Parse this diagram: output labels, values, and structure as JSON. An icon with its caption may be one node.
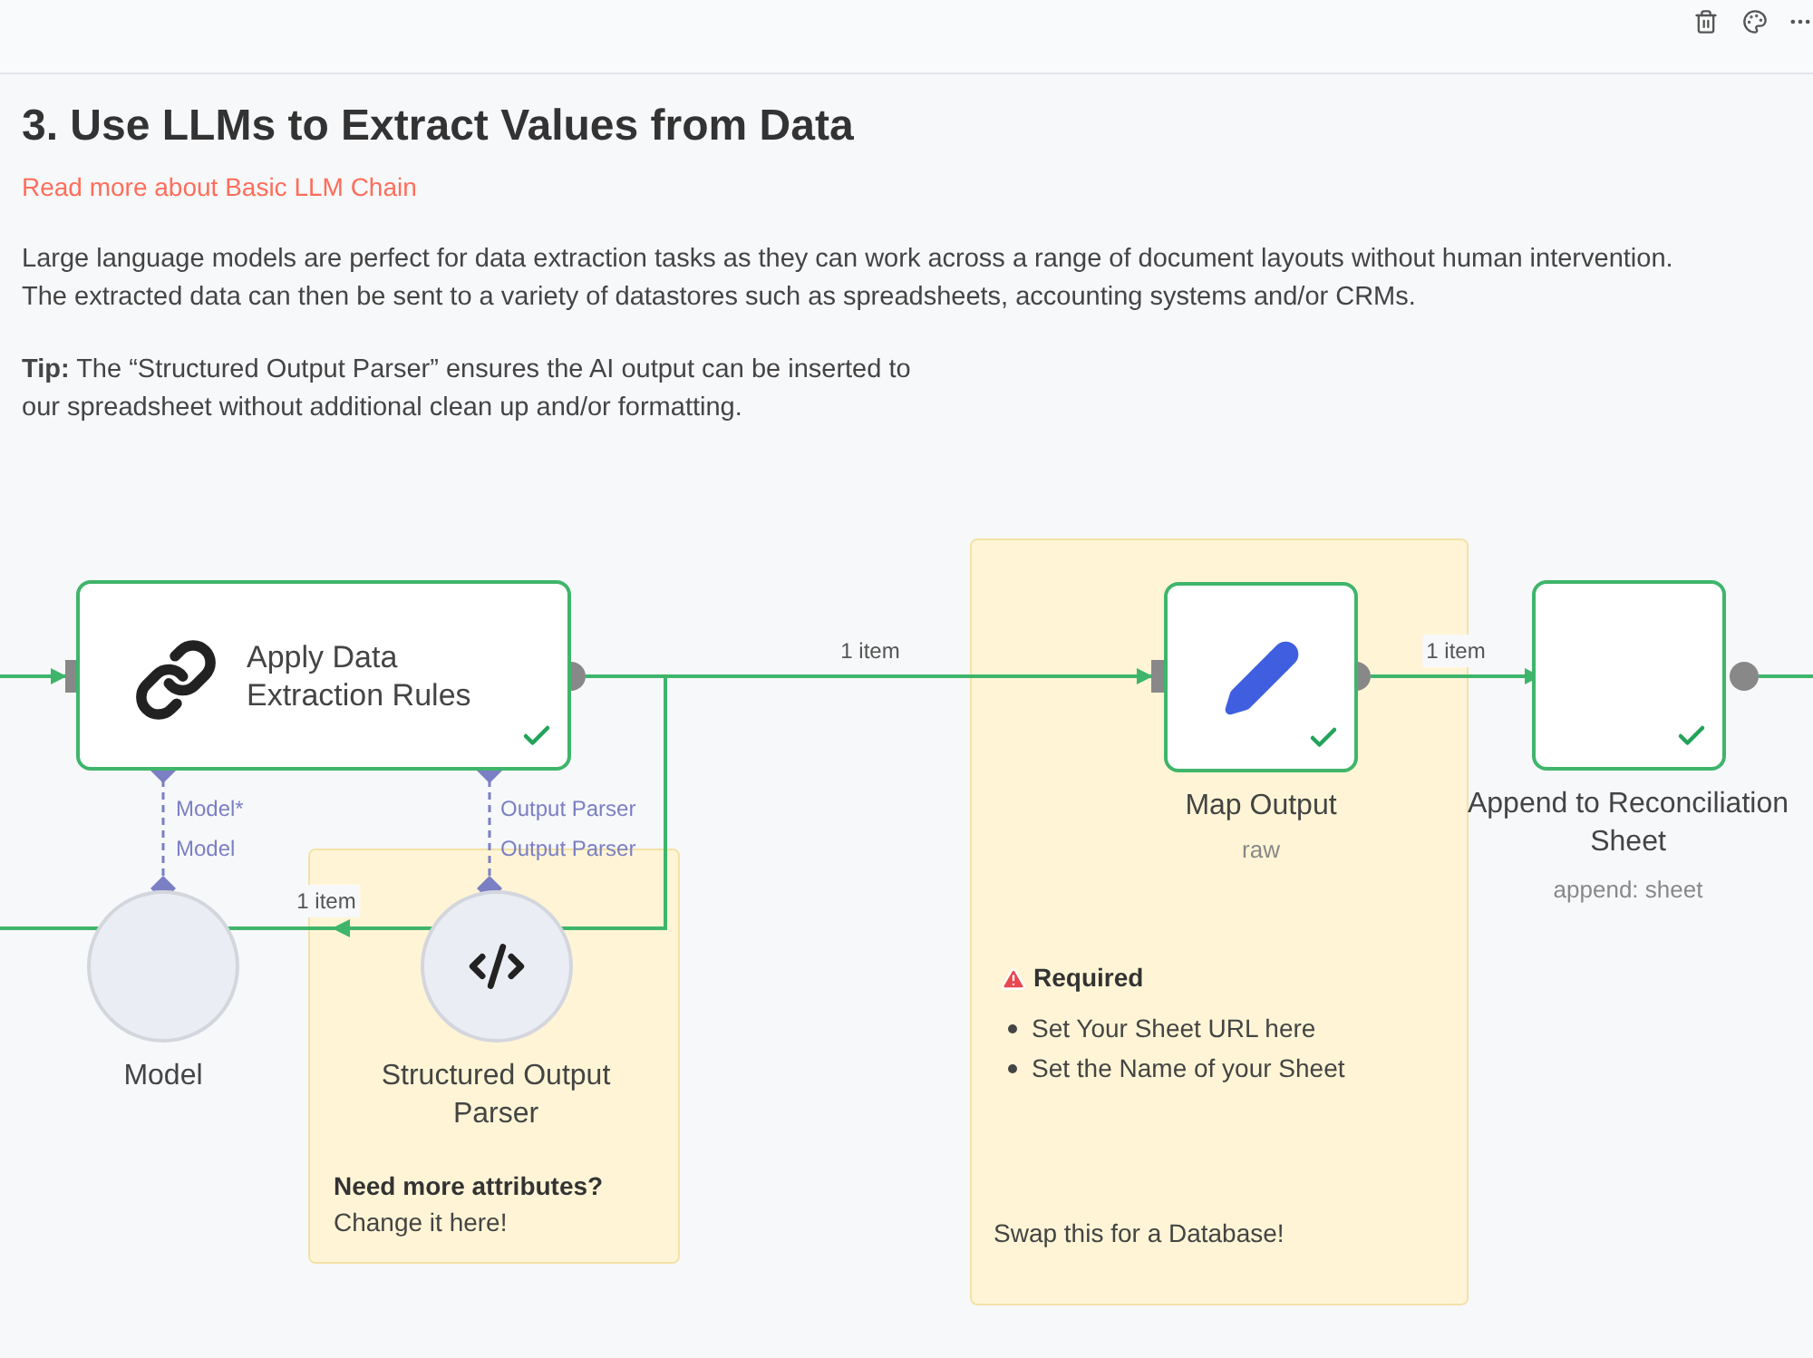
{
  "diagram": {
    "nodes": [
      {
        "text": [
          "Apply Data Extraction Rules"
        ]
      },
      {
        "text": [
          "Model"
        ]
      },
      {
        "text": [
          "Need more attributes?",
          "Change it here!"
        ]
      },
      {
        "text": [
          "Structured Output Parser"
        ],
        "in": 2
      },
      {
        "text": [
          "Required",
          "Set Your Sheet URL here",
          "Set the Name of your Sheet",
          "Swap this for a Database!"
        ]
      },
      {
        "text": [
          "Map Output"
        ],
        "in": 4,
        "beside": [
          "raw"
        ]
      },
      {
        "text": [
          "Append to Reconciliation Sheet"
        ]
      }
    ],
    "edges": [
      {
        "from": null,
        "to": 0,
        "arrow": "to"
      },
      {
        "from": 0,
        "to": 5,
        "arrow": "to",
        "label": "1 item"
      },
      {
        "from": 5,
        "to": 6,
        "arrow": "to",
        "label": "1 item"
      },
      {
        "from": 6,
        "to": null,
        "arrow": "none"
      },
      {
        "from": 0,
        "to": null,
        "arrow": "to",
        "label": "1 item"
      },
      {
        "from": 1,
        "to": 0,
        "arrow": "other",
        "style": "dashed",
        "color": "#7b7fc4"
      },
      {
        "from": 3,
        "to": 0,
        "arrow": "other",
        "style": "dashed",
        "color": "#7b7fc4"
      }
    ],
    "labels": [
      "3. Use LLMs to Extract Values from Data",
      "Read more about Basic LLM Chain",
      "Large language models are perfect for data extraction tasks as they can work across a range of document layouts without human intervention. The extracted data can then be sent to a variety of datastores such as spreadsheets, accounting systems and/or CRMs.",
      "**Tip:** The “Structured Output Parser” ensures the AI output can be inserted to our spreadsheet without additional clean up and/or formatting.",
      "Model*",
      "Model",
      "Output Parser",
      "Output Parser",
      "append: sheet"
    ]
  }
}
